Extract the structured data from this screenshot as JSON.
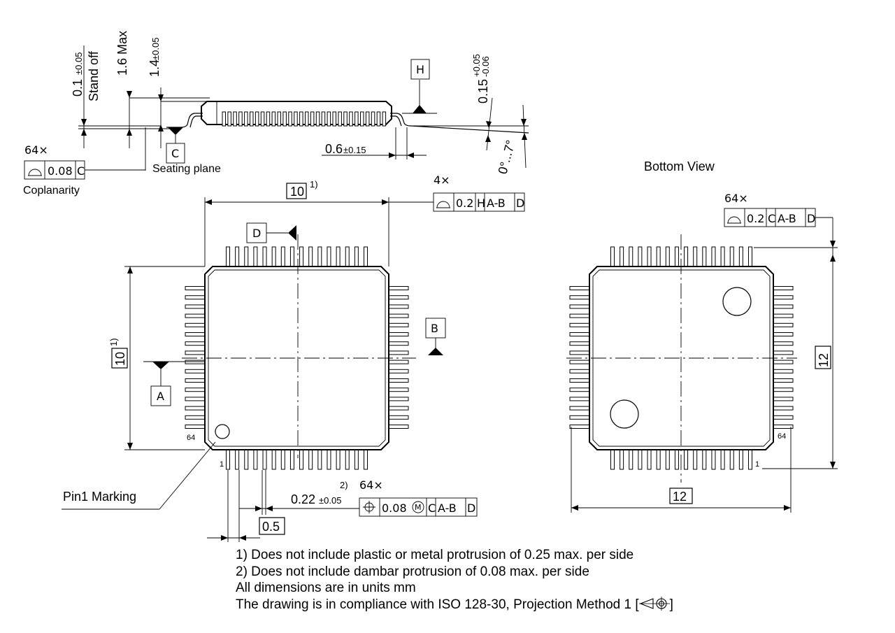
{
  "side_view": {
    "standoff_value": "0.1",
    "standoff_tol": "±0.05",
    "standoff_label": "Stand off",
    "max_height": "1.6 Max",
    "body_height": "1.4",
    "body_height_tol": "±0.05",
    "lead_thickness": "0.15",
    "lead_thickness_tol_plus": "+0.05",
    "lead_thickness_tol_minus": "-0.06",
    "datum_h": "H",
    "datum_c": "C",
    "foot_length": "0.6",
    "foot_length_tol": "±0.15",
    "angle": "0°...7°",
    "seating_plane": "Seating plane",
    "coplanarity_count": "64×",
    "coplanarity_value": "0.08",
    "coplanarity_datum": "C",
    "coplanarity_label": "Coplanarity"
  },
  "top_view": {
    "width": "10",
    "width_note": "1)",
    "height": "10",
    "height_note": "1)",
    "profile_count": "4×",
    "profile_value": "0.2",
    "profile_datums": [
      "H",
      "A-B",
      "D"
    ],
    "datum_d": "D",
    "datum_b": "B",
    "datum_a": "A",
    "pin_64": "64",
    "pin_1": "1",
    "pin1_label": "Pin1 Marking",
    "lead_width": "0.22",
    "lead_width_tol": "±0.05",
    "lead_width_note": "2)",
    "position_count": "64×",
    "position_value": "0.08",
    "position_modifier": "M",
    "position_datums": [
      "C",
      "A-B",
      "D"
    ],
    "pitch": "0.5"
  },
  "bottom_view": {
    "title": "Bottom View",
    "profile_count": "64×",
    "profile_value": "0.2",
    "profile_datums": [
      "C",
      "A-B",
      "D"
    ],
    "height": "12",
    "width": "12",
    "pin_64": "64",
    "pin_1": "1"
  },
  "notes": [
    "1) Does not include plastic or metal protrusion of 0.25 max. per side",
    "2) Does not include dambar protrusion of 0.08 max. per side",
    "All dimensions are in units mm",
    "The drawing is in compliance with ISO 128-30, Projection Method 1 ["
  ],
  "notes_suffix": "]",
  "icons": [
    "profile-of-surface-icon",
    "position-icon",
    "max-material-icon",
    "projection-method-icon"
  ]
}
